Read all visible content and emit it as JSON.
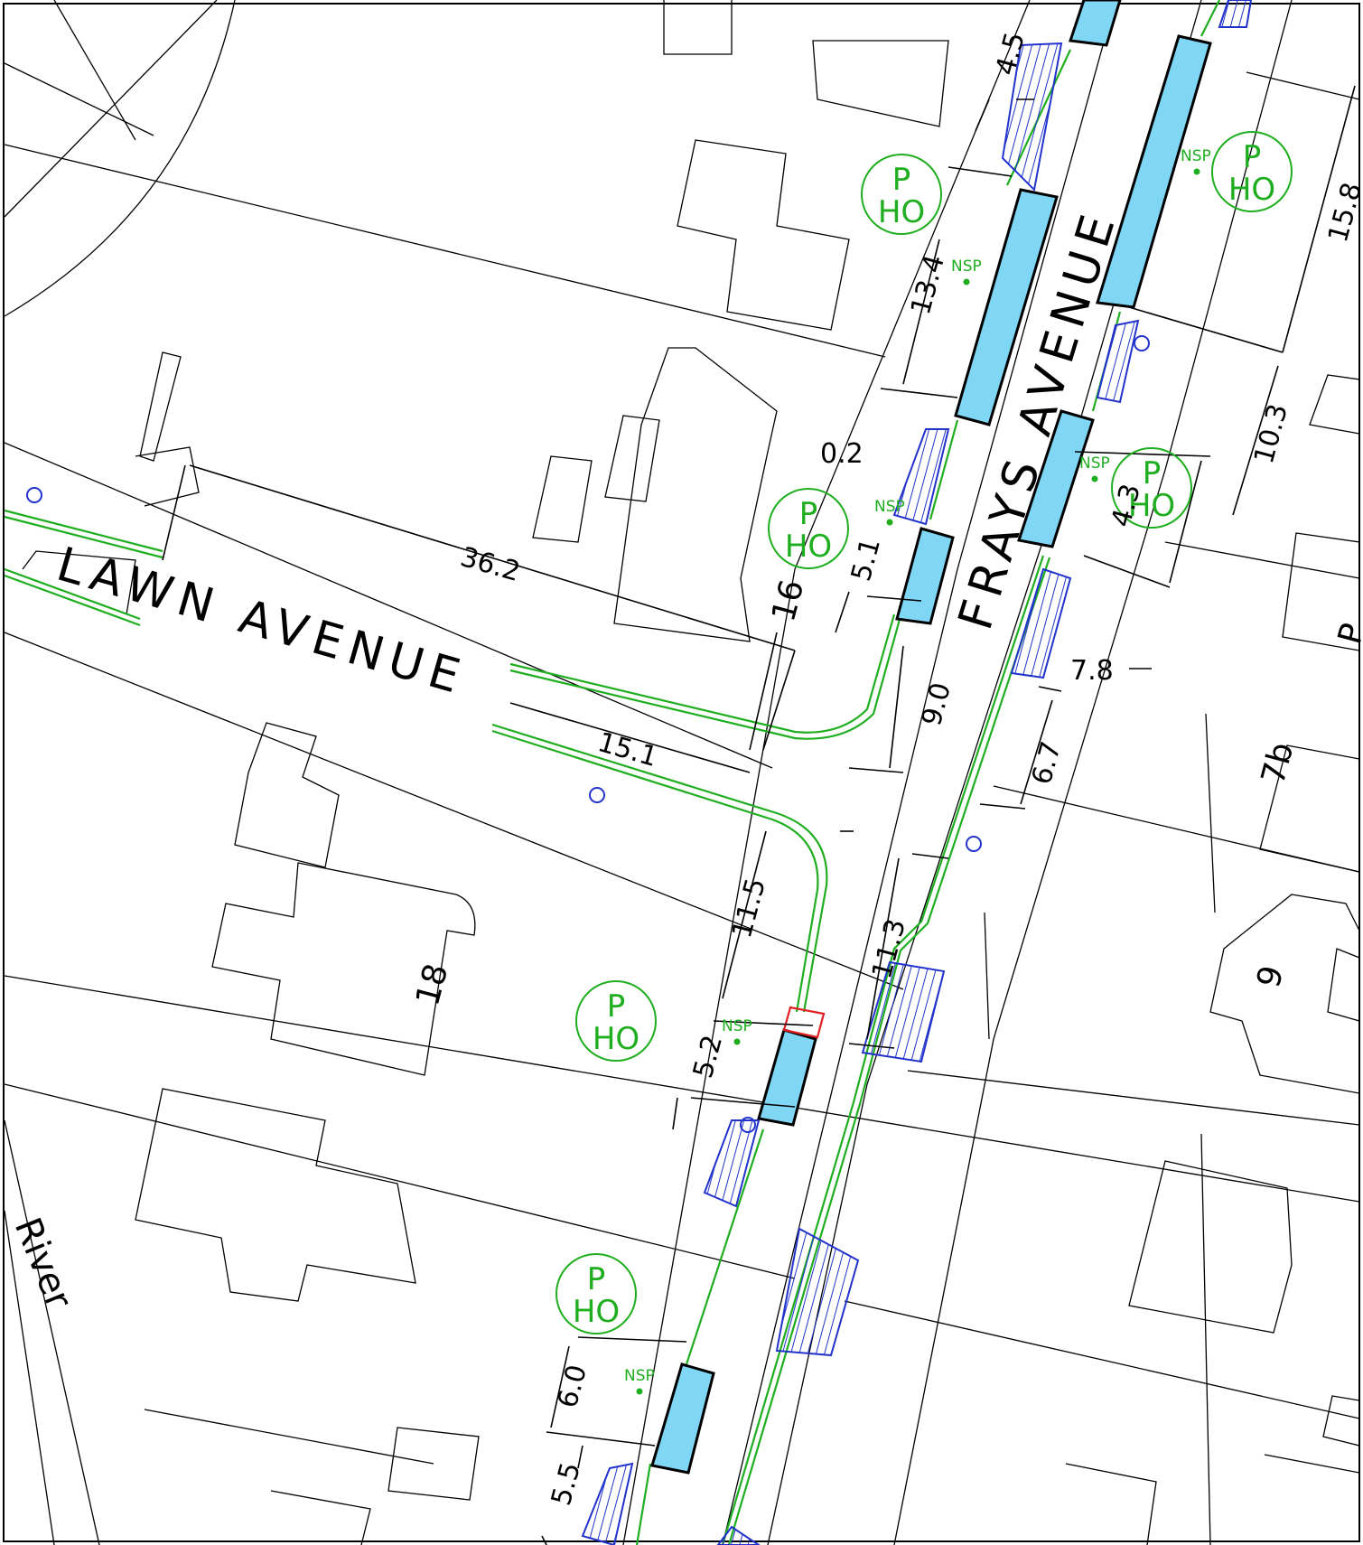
{
  "map_labels": {
    "street_lawn": "LAWN AVENUE",
    "street_frays": "FRAYS AVENUE",
    "river": "River",
    "house_16": "16",
    "house_18": "18",
    "house_9": "9",
    "house_7b": "7b",
    "house_partial": "P"
  },
  "dimensions": {
    "d1": "4.5",
    "d2": "13.4",
    "d3": "0.2",
    "d4": "5.1",
    "d5": "36.2",
    "d6": "15.1",
    "d7": "9.0",
    "d8": "15.8",
    "d9": "10.3",
    "d10": "4.3",
    "d11": "7.8",
    "d12": "6.7",
    "d13": "11.5",
    "d14": "11.3",
    "d15": "5.2",
    "d16": "6.0",
    "d17": "5.5"
  },
  "zone_badge": {
    "line1": "P",
    "line2": "HO"
  },
  "nsp_label": "NSP",
  "colors": {
    "bay_fill": "#7fd6f5",
    "kerb_green": "#1fae1f",
    "hatch_blue": "#2233cc",
    "outline": "#000000",
    "marker_red": "#e02020"
  }
}
